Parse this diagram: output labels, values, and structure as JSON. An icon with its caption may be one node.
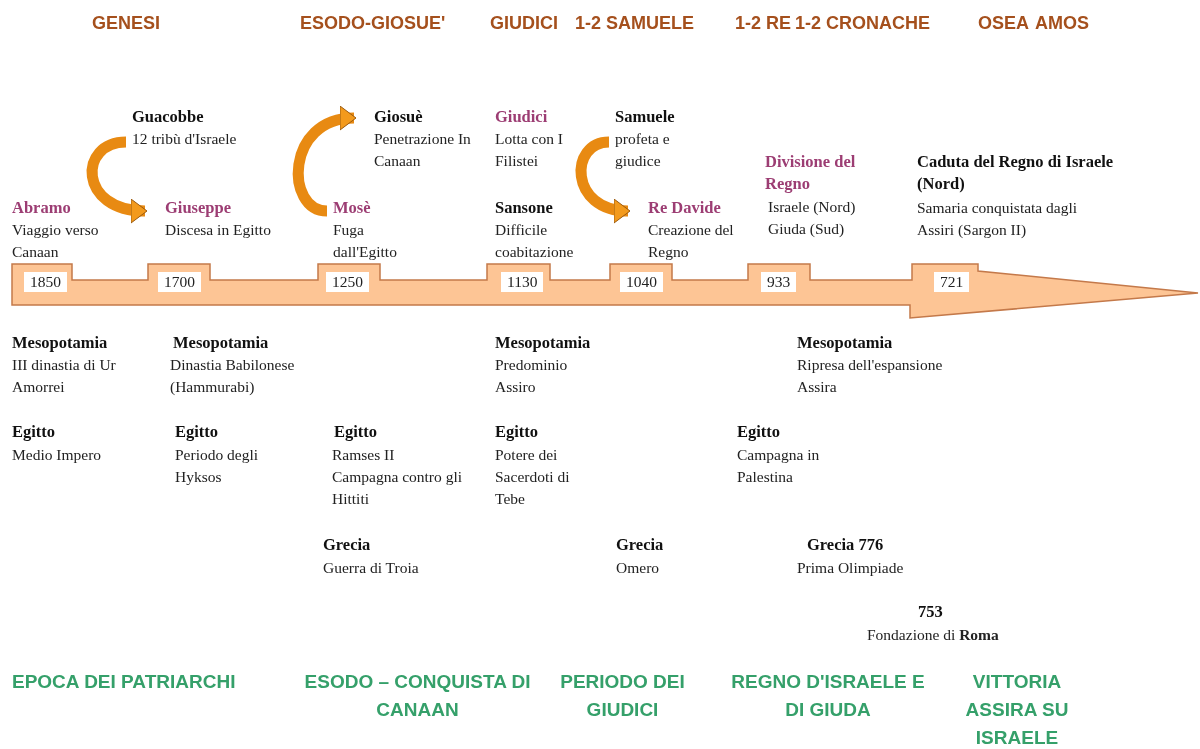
{
  "diagram": {
    "nodes": [
      {
        "text": [
          "Guacobbe",
          "12 tribù d'Israele"
        ]
      },
      {
        "text": [
          "Giuseppe",
          "Discesa in Egitto"
        ]
      },
      {
        "text": [
          "Mosè",
          "Fuga dall'Egitto"
        ]
      },
      {
        "text": [
          "Giosuè",
          "Penetrazione In Canaan"
        ]
      },
      {
        "text": [
          "Samuele",
          "profeta e giudice"
        ]
      },
      {
        "text": [
          "Re Davide",
          "Creazione del Regno"
        ]
      }
    ],
    "edges": [
      {
        "from": 0,
        "to": 1,
        "arrow": "to"
      },
      {
        "from": 2,
        "to": 3,
        "arrow": "to"
      },
      {
        "from": 4,
        "to": 5,
        "arrow": "to"
      }
    ],
    "labels": [
      "GENESI",
      "ESODO-GIOSUE'",
      "GIUDICI",
      "1-2 SAMUELE",
      "1-2 RE",
      "1-2 CRONACHE",
      "OSEA",
      "AMOS",
      "Abramo",
      "Viaggio verso Canaan",
      "Giudici",
      "Lotta con I Filistei",
      "Sansone",
      "Difficile coabitazione",
      "Divisione del Regno",
      "Israele (Nord) Giuda (Sud)",
      "Caduta del Regno di Israele (Nord)",
      "Samaria conquistata dagli Assiri (Sargon II)",
      "1850",
      "1700",
      "1250",
      "1130",
      "1040",
      "933",
      "721",
      "Mesopotamia",
      "III dinastia di Ur Amorrei",
      "Mesopotamia",
      "Dinastia Babilonese (Hammurabi)",
      "Mesopotamia",
      "Predominio Assiro",
      "Mesopotamia",
      "Ripresa dell'espansione Assira",
      "Egitto",
      "Medio Impero",
      "Egitto",
      "Periodo degli Hyksos",
      "Egitto",
      "Ramses II Campagna contro gli Hittiti",
      "Egitto",
      "Potere dei Sacerdoti di Tebe",
      "Egitto",
      "Campagna in Palestina",
      "Grecia",
      "Guerra di Troia",
      "Grecia",
      "Omero",
      "Grecia 776",
      "Prima Olimpiade",
      "753",
      "Fondazione di **Roma**",
      "EPOCA DEI PATRIARCHI",
      "ESODO – CONQUISTA DI CANAAN",
      "PERIODO DEI GIUDICI",
      "REGNO D'ISRAELE E DI GIUDA",
      "VITTORIA ASSIRA SU ISRAELE"
    ]
  }
}
